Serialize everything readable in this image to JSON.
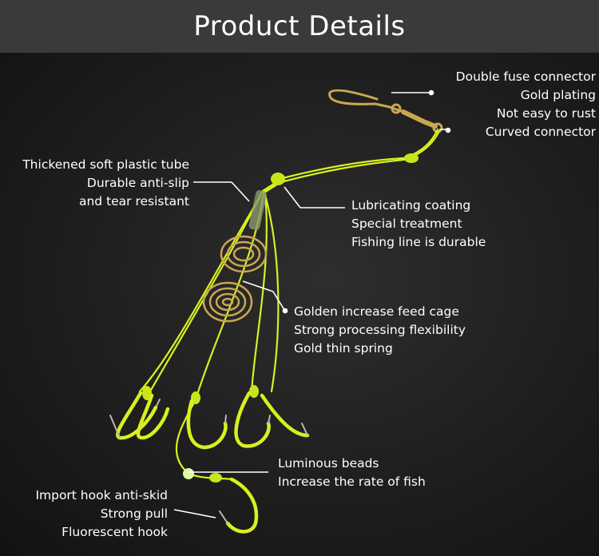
{
  "header": {
    "title": "Product Details"
  },
  "callouts": {
    "connector": [
      "Double fuse connector",
      "Gold plating",
      "Not easy to rust",
      "Curved connector"
    ],
    "tube": [
      "Thickened soft plastic tube",
      "Durable anti-slip",
      "and tear resistant"
    ],
    "coating": [
      "Lubricating coating",
      "Special treatment",
      "Fishing line is durable"
    ],
    "cage": [
      "Golden increase feed cage",
      "Strong processing flexibility",
      "Gold thin spring"
    ],
    "beads": [
      "Luminous beads",
      "Increase the rate of fish"
    ],
    "hook": [
      "Import hook anti-skid",
      "Strong pull",
      "Fluorescent hook"
    ]
  },
  "colors": {
    "background": "#1c1c1c",
    "header_bar": "#3a3a3a",
    "line": "#d8f020",
    "gold": "#c8a850",
    "text": "#ffffff"
  }
}
